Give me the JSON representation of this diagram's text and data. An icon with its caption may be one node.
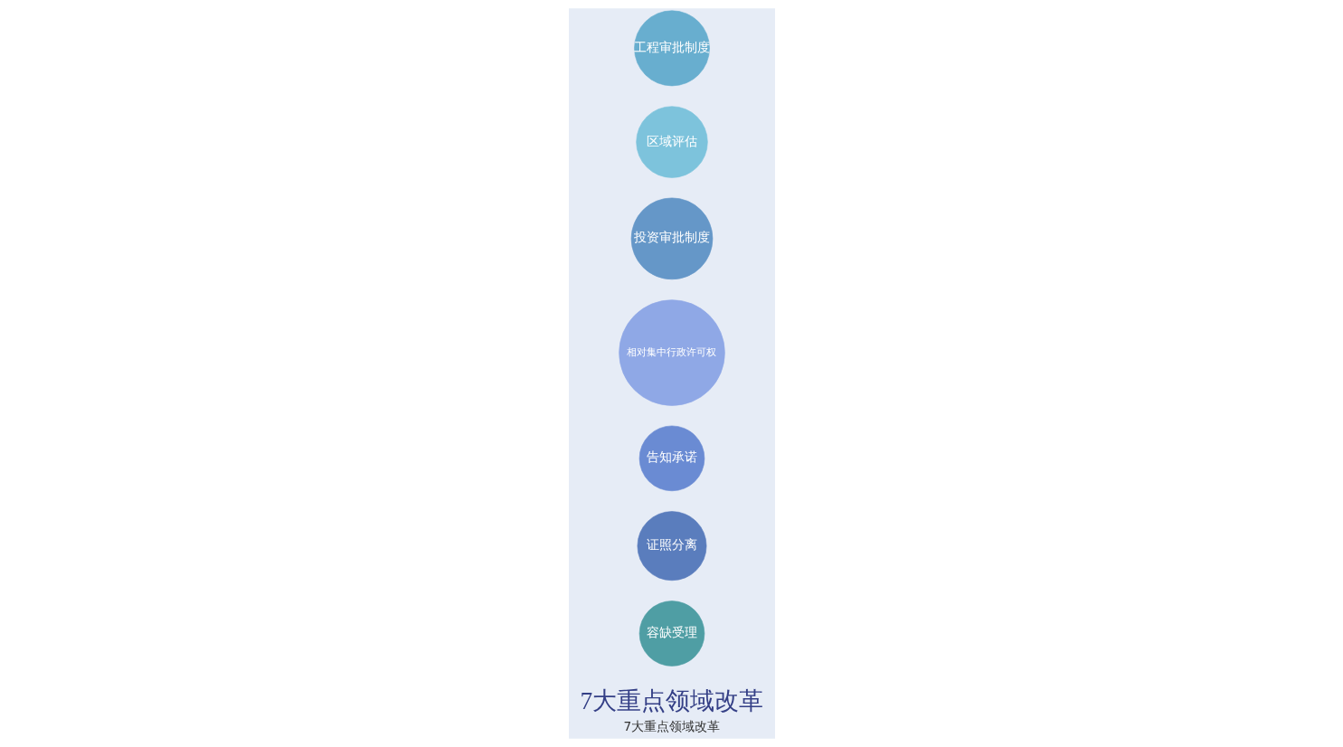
{
  "diagram": {
    "title": "7大重点领域改革",
    "caption": "7大重点领域改革",
    "nodes": [
      {
        "text": [
          "容缺受理"
        ]
      },
      {
        "text": [
          "证照分离"
        ]
      },
      {
        "text": [
          "告知承诺"
        ]
      },
      {
        "text": [
          "相对集中行政许可权"
        ]
      },
      {
        "text": [
          "投资审批制度"
        ]
      },
      {
        "text": [
          "区域评估"
        ]
      },
      {
        "text": [
          "工程审批制度"
        ]
      }
    ]
  }
}
